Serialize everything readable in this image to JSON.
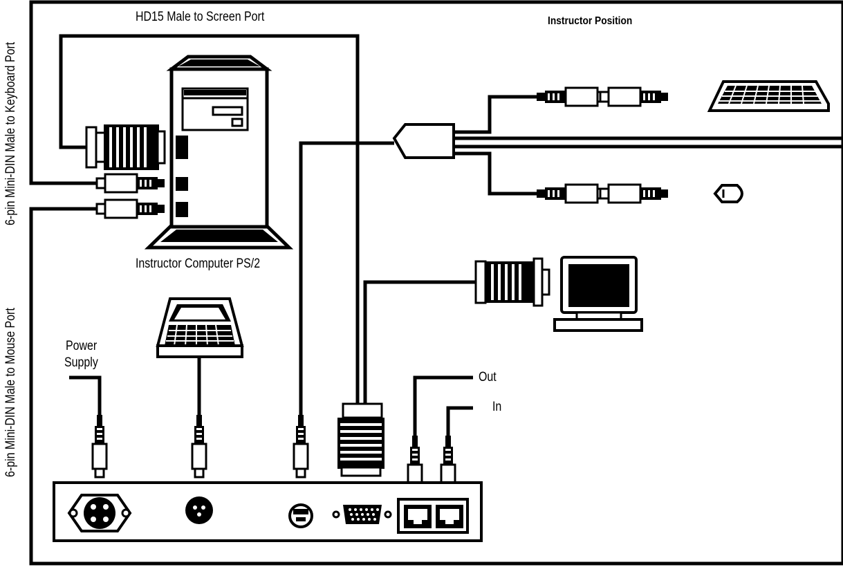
{
  "labels": {
    "hd15": "HD15 Male to Screen Port",
    "instructor_position": "Instructor Position",
    "keyboard_port": "6-pin Mini-DIN Male to Keyboard Port",
    "mouse_port": "6-pin Mini-DIN Male to Mouse Port",
    "instructor_computer": "Instructor Computer PS/2",
    "power_supply_line1": "Power",
    "power_supply_line2": "Supply",
    "out": "Out",
    "in": "In"
  }
}
